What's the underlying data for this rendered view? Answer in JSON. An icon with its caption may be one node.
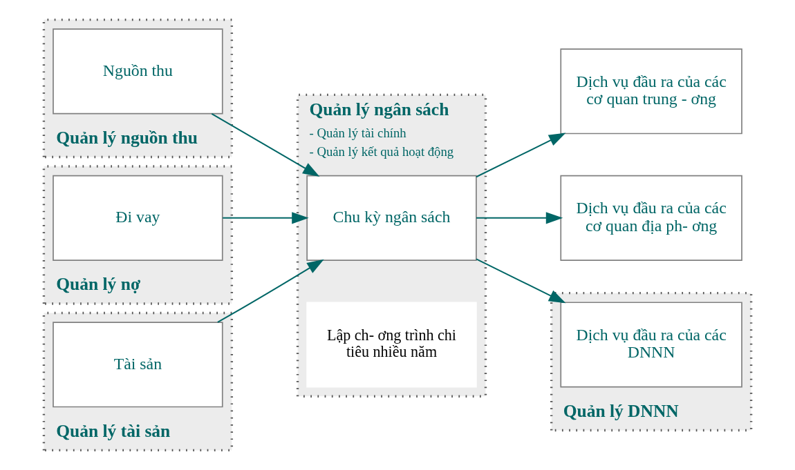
{
  "diagram": {
    "nodes": [
      {
        "text": [
          "Quản lý nguồn thu"
        ]
      },
      {
        "text": [
          "Nguồn thu"
        ],
        "in": 0
      },
      {
        "text": [
          "Quản lý nợ"
        ]
      },
      {
        "text": [
          "Đi vay"
        ],
        "in": 2
      },
      {
        "text": [
          "Quản lý tài sản"
        ]
      },
      {
        "text": [
          "Tài sản"
        ],
        "in": 4
      },
      {
        "text": [
          "Quản lý ngân sách",
          "- Quản lý tài chính",
          "- Quản lý kết quả hoạt động"
        ]
      },
      {
        "text": [
          "Lập ch- ơng trình chi tiêu nhiều năm"
        ],
        "in": 6
      },
      {
        "text": [
          "Chu kỳ ngân sách"
        ],
        "in": 6
      },
      {
        "text": [
          "Dịch vụ đầu ra của các cơ quan trung - ơng"
        ]
      },
      {
        "text": [
          "Dịch vụ đầu ra của các cơ quan địa ph- ơng"
        ]
      },
      {
        "text": [
          "Quản lý DNNN"
        ]
      },
      {
        "text": [
          "Dịch vụ đầu ra của các DNNN"
        ],
        "in": 11
      }
    ],
    "edges": [
      {
        "from": 1,
        "to": 8,
        "arrow": "to"
      },
      {
        "from": 3,
        "to": 8,
        "arrow": "to"
      },
      {
        "from": 5,
        "to": 8,
        "arrow": "to"
      },
      {
        "from": 8,
        "to": 9,
        "arrow": "to"
      },
      {
        "from": 8,
        "to": 10,
        "arrow": "to"
      },
      {
        "from": 8,
        "to": 12,
        "arrow": "to"
      }
    ]
  }
}
